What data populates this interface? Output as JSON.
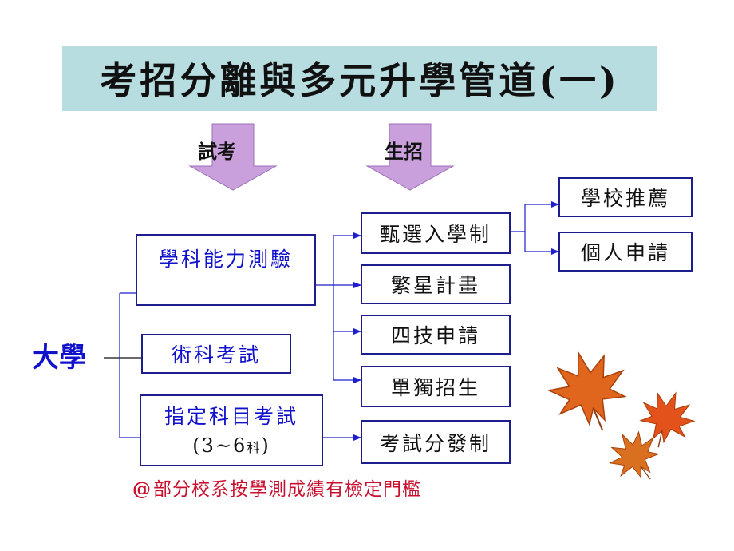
{
  "title": "考招分離與多元升學管道(一)",
  "labels": {
    "exam_arrow": "試考",
    "enroll_arrow": "生招",
    "university": "大學"
  },
  "exams": {
    "academic": "學科能力測驗",
    "arts": "術科考試",
    "designated": "指定科目考試",
    "designated_sub_open": "(3~6",
    "designated_sub_unit": "科",
    "designated_sub_close": ")"
  },
  "channels": {
    "selection": "甄選入學制",
    "star": "繁星計畫",
    "tech": "四技申請",
    "independent": "單獨招生",
    "distribution": "考試分發制"
  },
  "selection_options": {
    "school_rec": "學校推薦",
    "personal": "個人申請"
  },
  "note": "部分校系按學測成績有檢定門檻",
  "colors": {
    "title_bg": "#b7dde1",
    "arrow_fill": "#c9a0dc",
    "border": "#1d1d8e",
    "connector": "#1d1dcc",
    "blue_text": "#1111cc",
    "note_red": "#c8102e"
  }
}
